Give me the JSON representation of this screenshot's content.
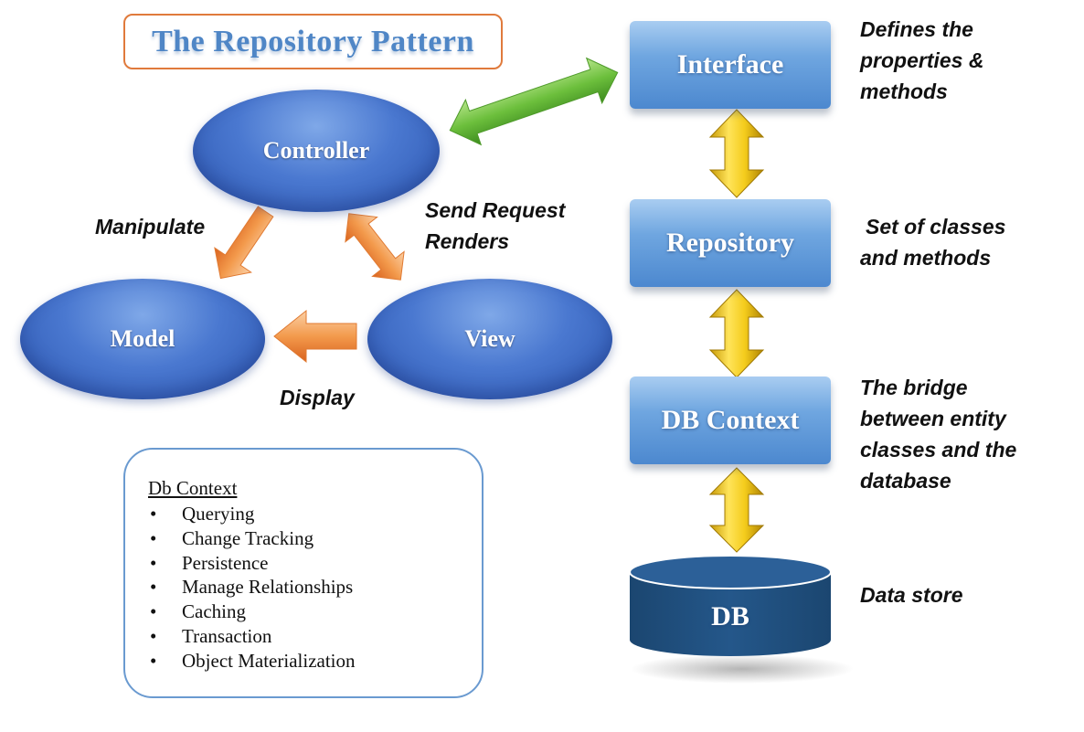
{
  "title": "The Repository Pattern",
  "mvc": {
    "controller": "Controller",
    "model": "Model",
    "view": "View",
    "edge_labels": {
      "manipulate": "Manipulate",
      "send_request": "Send Request",
      "renders": "Renders",
      "display": "Display"
    }
  },
  "stack": {
    "interface": "Interface",
    "repository": "Repository",
    "db_context": "DB Context",
    "db": "DB"
  },
  "notes": {
    "interface": [
      "Defines the",
      "properties &",
      "methods"
    ],
    "repository": [
      "Set of classes",
      "and methods"
    ],
    "db_context": [
      "The bridge",
      "between entity",
      "classes and the",
      "database"
    ],
    "db": [
      "Data store"
    ]
  },
  "db_context_features": {
    "heading": "Db Context",
    "bullet": "•",
    "items": [
      "Querying",
      "Change Tracking",
      "Persistence",
      "Manage Relationships",
      "Caching",
      "Transaction",
      "Object Materialization"
    ]
  },
  "colors": {
    "ellipse_blue": "#4a78d0",
    "stack_blue": "#6fa6e0",
    "db_navy": "#1f4e79",
    "green_arrow": "#6cbf3c",
    "orange_arrow": "#f08a3c",
    "gold_arrow": "#e8c21a",
    "title_border": "#e07a3c"
  }
}
